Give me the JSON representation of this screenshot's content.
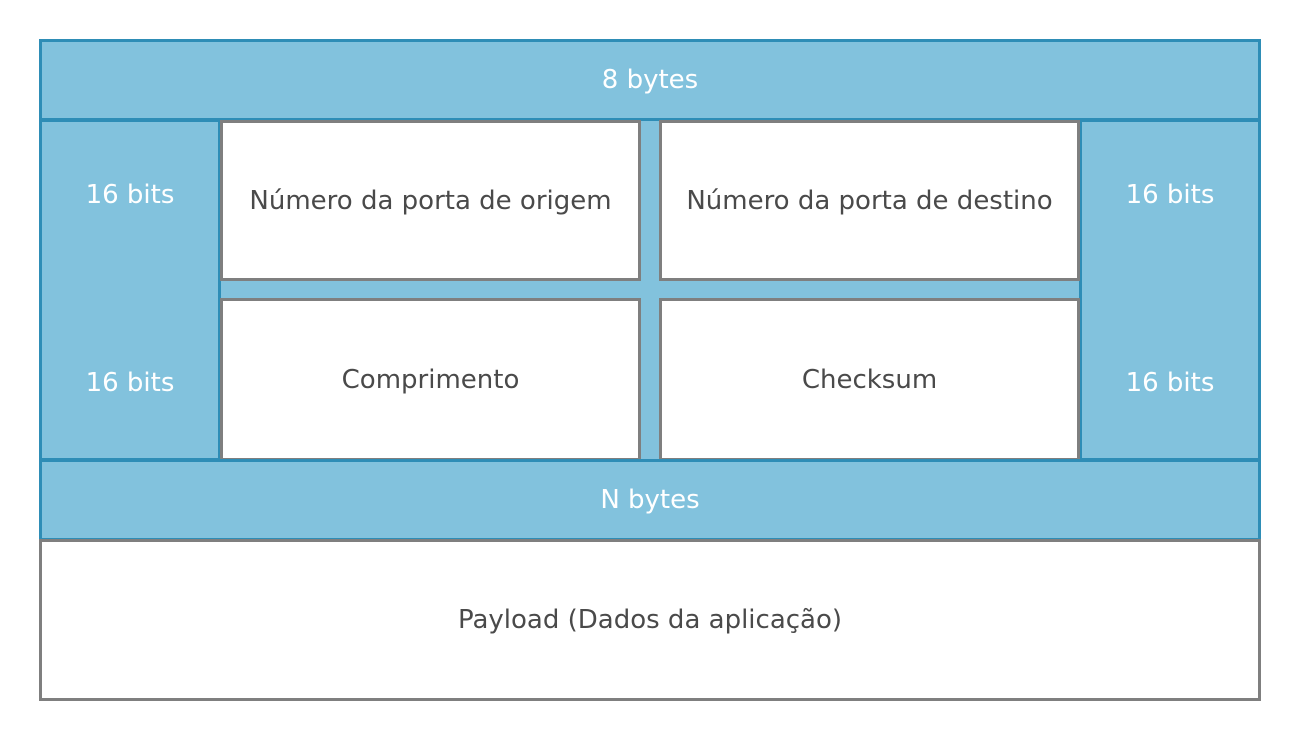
{
  "header": {
    "size_label": "8 bytes"
  },
  "fields": {
    "source_port": "Número da porta de origem",
    "destination_port": "Número da porta de destino",
    "length": "Comprimento",
    "checksum": "Checksum"
  },
  "side_labels": {
    "left_top": "16 bits",
    "left_bottom": "16 bits",
    "right_top": "16 bits",
    "right_bottom": "16 bits"
  },
  "payload_section": {
    "size_label": "N bytes",
    "label": "Payload (Dados da aplicação)"
  },
  "colors": {
    "header_fill": "#82c2dd",
    "header_border": "#2e8db6",
    "field_border": "#7f7f7f",
    "field_text": "#4a4a4a"
  }
}
